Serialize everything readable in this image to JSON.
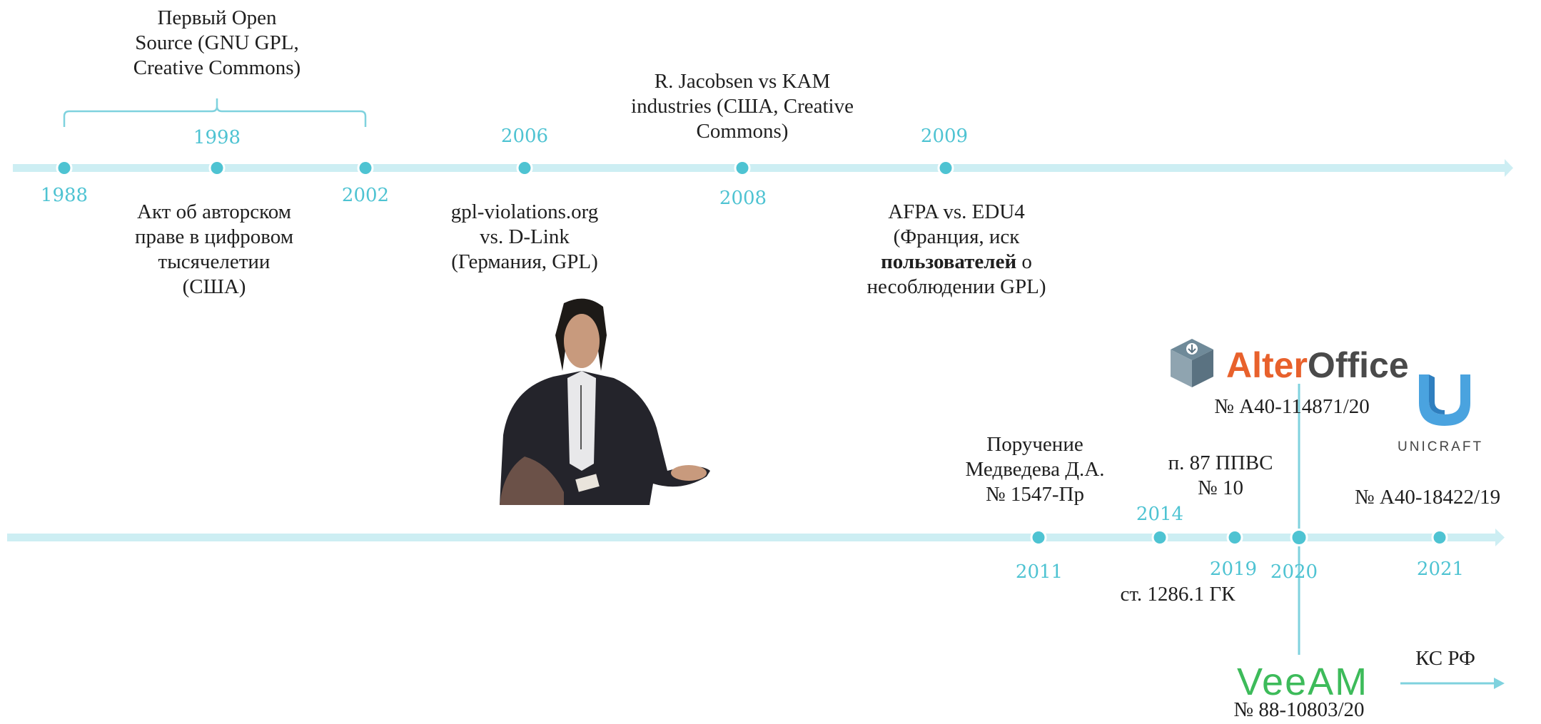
{
  "timeline1": {
    "years": {
      "y1988": "1988",
      "y1998": "1998",
      "y2002": "2002",
      "y2006": "2006",
      "y2008": "2008",
      "y2009": "2009"
    },
    "events": {
      "open_source": [
        "Первый Open",
        "Source (GNU GPL,",
        "Creative Commons)"
      ],
      "dmca": [
        "Акт об авторском",
        "праве в цифровом",
        "тысячелетии",
        "(США)"
      ],
      "gpl_violations": [
        "gpl-violations.org",
        "vs. D-Link",
        "(Германия, GPL)"
      ],
      "jacobsen": [
        "R. Jacobsen vs KAM",
        "industries (США, Creative",
        "Commons)"
      ],
      "afpa_l1": "AFPA vs. EDU4",
      "afpa_l2": "(Франция, иск",
      "afpa_bold": "пользователей",
      "afpa_l3_rest": " о",
      "afpa_l4": "несоблюдении GPL)"
    }
  },
  "timeline2": {
    "years": {
      "y2011": "2011",
      "y2014": "2014",
      "y2019": "2019",
      "y2020": "2020",
      "y2021": "2021"
    },
    "events": {
      "medvedev": [
        "Поручение",
        "Медведева Д.А.",
        "№ 1547-Пр"
      ],
      "ppvs": [
        "п. 87 ППВС",
        "№ 10"
      ],
      "gk": "ст. 1286.1 ГК",
      "alteroffice_case": "№ А40-114871/20",
      "unicraft_case": "№ А40-18422/19",
      "veeam_case": "№ 88-10803/20",
      "ks_rf": "КС РФ"
    },
    "logos": {
      "alteroffice_part1": "Alter",
      "alteroffice_part2": "Office",
      "veeam": "VeeAM",
      "unicraft": "UNICRAFT"
    }
  },
  "colors": {
    "timeline": "#cdeef3",
    "dot": "#4ec3d2",
    "year_text": "#4ec3d2",
    "alter_orange": "#e8612c",
    "veeam_green": "#3dbb5a",
    "unicraft_blue": "#4aa3df"
  },
  "icons": {
    "alteroffice_logo_icon": "cube-with-download-icon",
    "unicraft_logo_icon": "u-shape-icon",
    "meme_figure": "confused-man-in-suit-figure"
  }
}
